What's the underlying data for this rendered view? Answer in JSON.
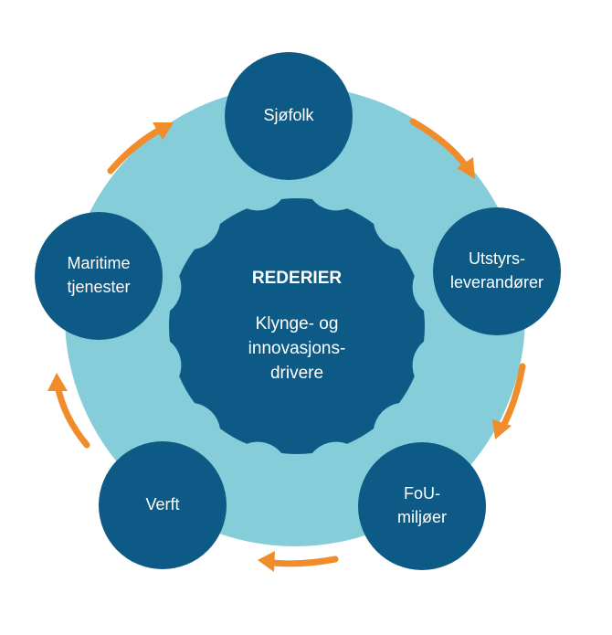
{
  "colors": {
    "dark_blue": "#0d5a87",
    "light_teal": "#85cdd8",
    "arrow_orange": "#f08c2a",
    "text": "#ffffff"
  },
  "center": {
    "title": "REDERIER",
    "subtitle_lines": [
      "Klynge- og",
      "innovasjons-",
      "drivere"
    ]
  },
  "nodes": [
    {
      "id": "sjofolk",
      "lines": [
        "Sjøfolk"
      ]
    },
    {
      "id": "utstyrsleverandorer",
      "lines": [
        "Utstyrs-",
        "leverandører"
      ]
    },
    {
      "id": "fou-miljoer",
      "lines": [
        "FoU-",
        "miljøer"
      ]
    },
    {
      "id": "verft",
      "lines": [
        "Verft"
      ]
    },
    {
      "id": "maritime-tjenester",
      "lines": [
        "Maritime",
        "tjenester"
      ]
    }
  ],
  "arrows": [
    {
      "from": "sjofolk",
      "to": "utstyrsleverandorer"
    },
    {
      "from": "utstyrsleverandorer",
      "to": "fou-miljoer"
    },
    {
      "from": "fou-miljoer",
      "to": "verft"
    },
    {
      "from": "verft",
      "to": "maritime-tjenester"
    },
    {
      "from": "maritime-tjenester",
      "to": "sjofolk"
    }
  ]
}
